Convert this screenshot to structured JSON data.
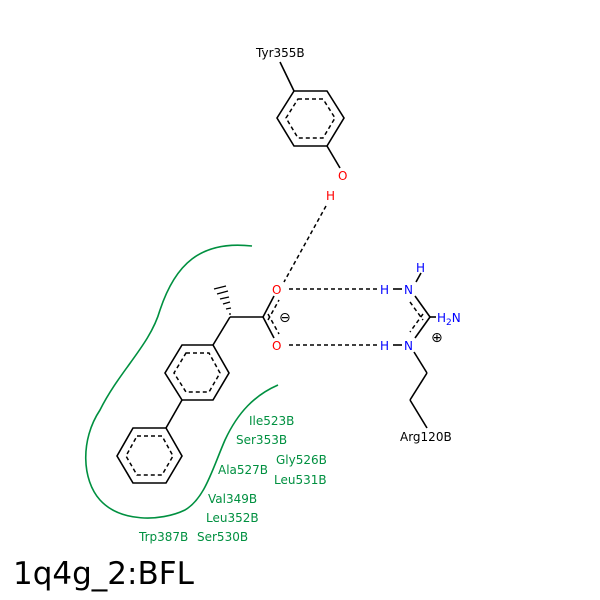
{
  "title": "1q4g_2:BFL",
  "colors": {
    "oxygen": "#ff0000",
    "nitrogen": "#0000ff",
    "hydrophobic": "#009040",
    "bond": "#000000"
  },
  "atoms": {
    "O": "O",
    "H": "H",
    "N": "N",
    "H2N_H": "H",
    "H2N_sub": "2",
    "H2N_N": "N",
    "minus": "⊖",
    "plus": "⊕"
  },
  "residues": {
    "tyr": "Tyr355B",
    "arg": "Arg120B",
    "hydrophobic": [
      "Ile523B",
      "Ser353B",
      "Gly526B",
      "Ala527B",
      "Leu531B",
      "Val349B",
      "Leu352B",
      "Trp387B",
      "Ser530B"
    ]
  }
}
